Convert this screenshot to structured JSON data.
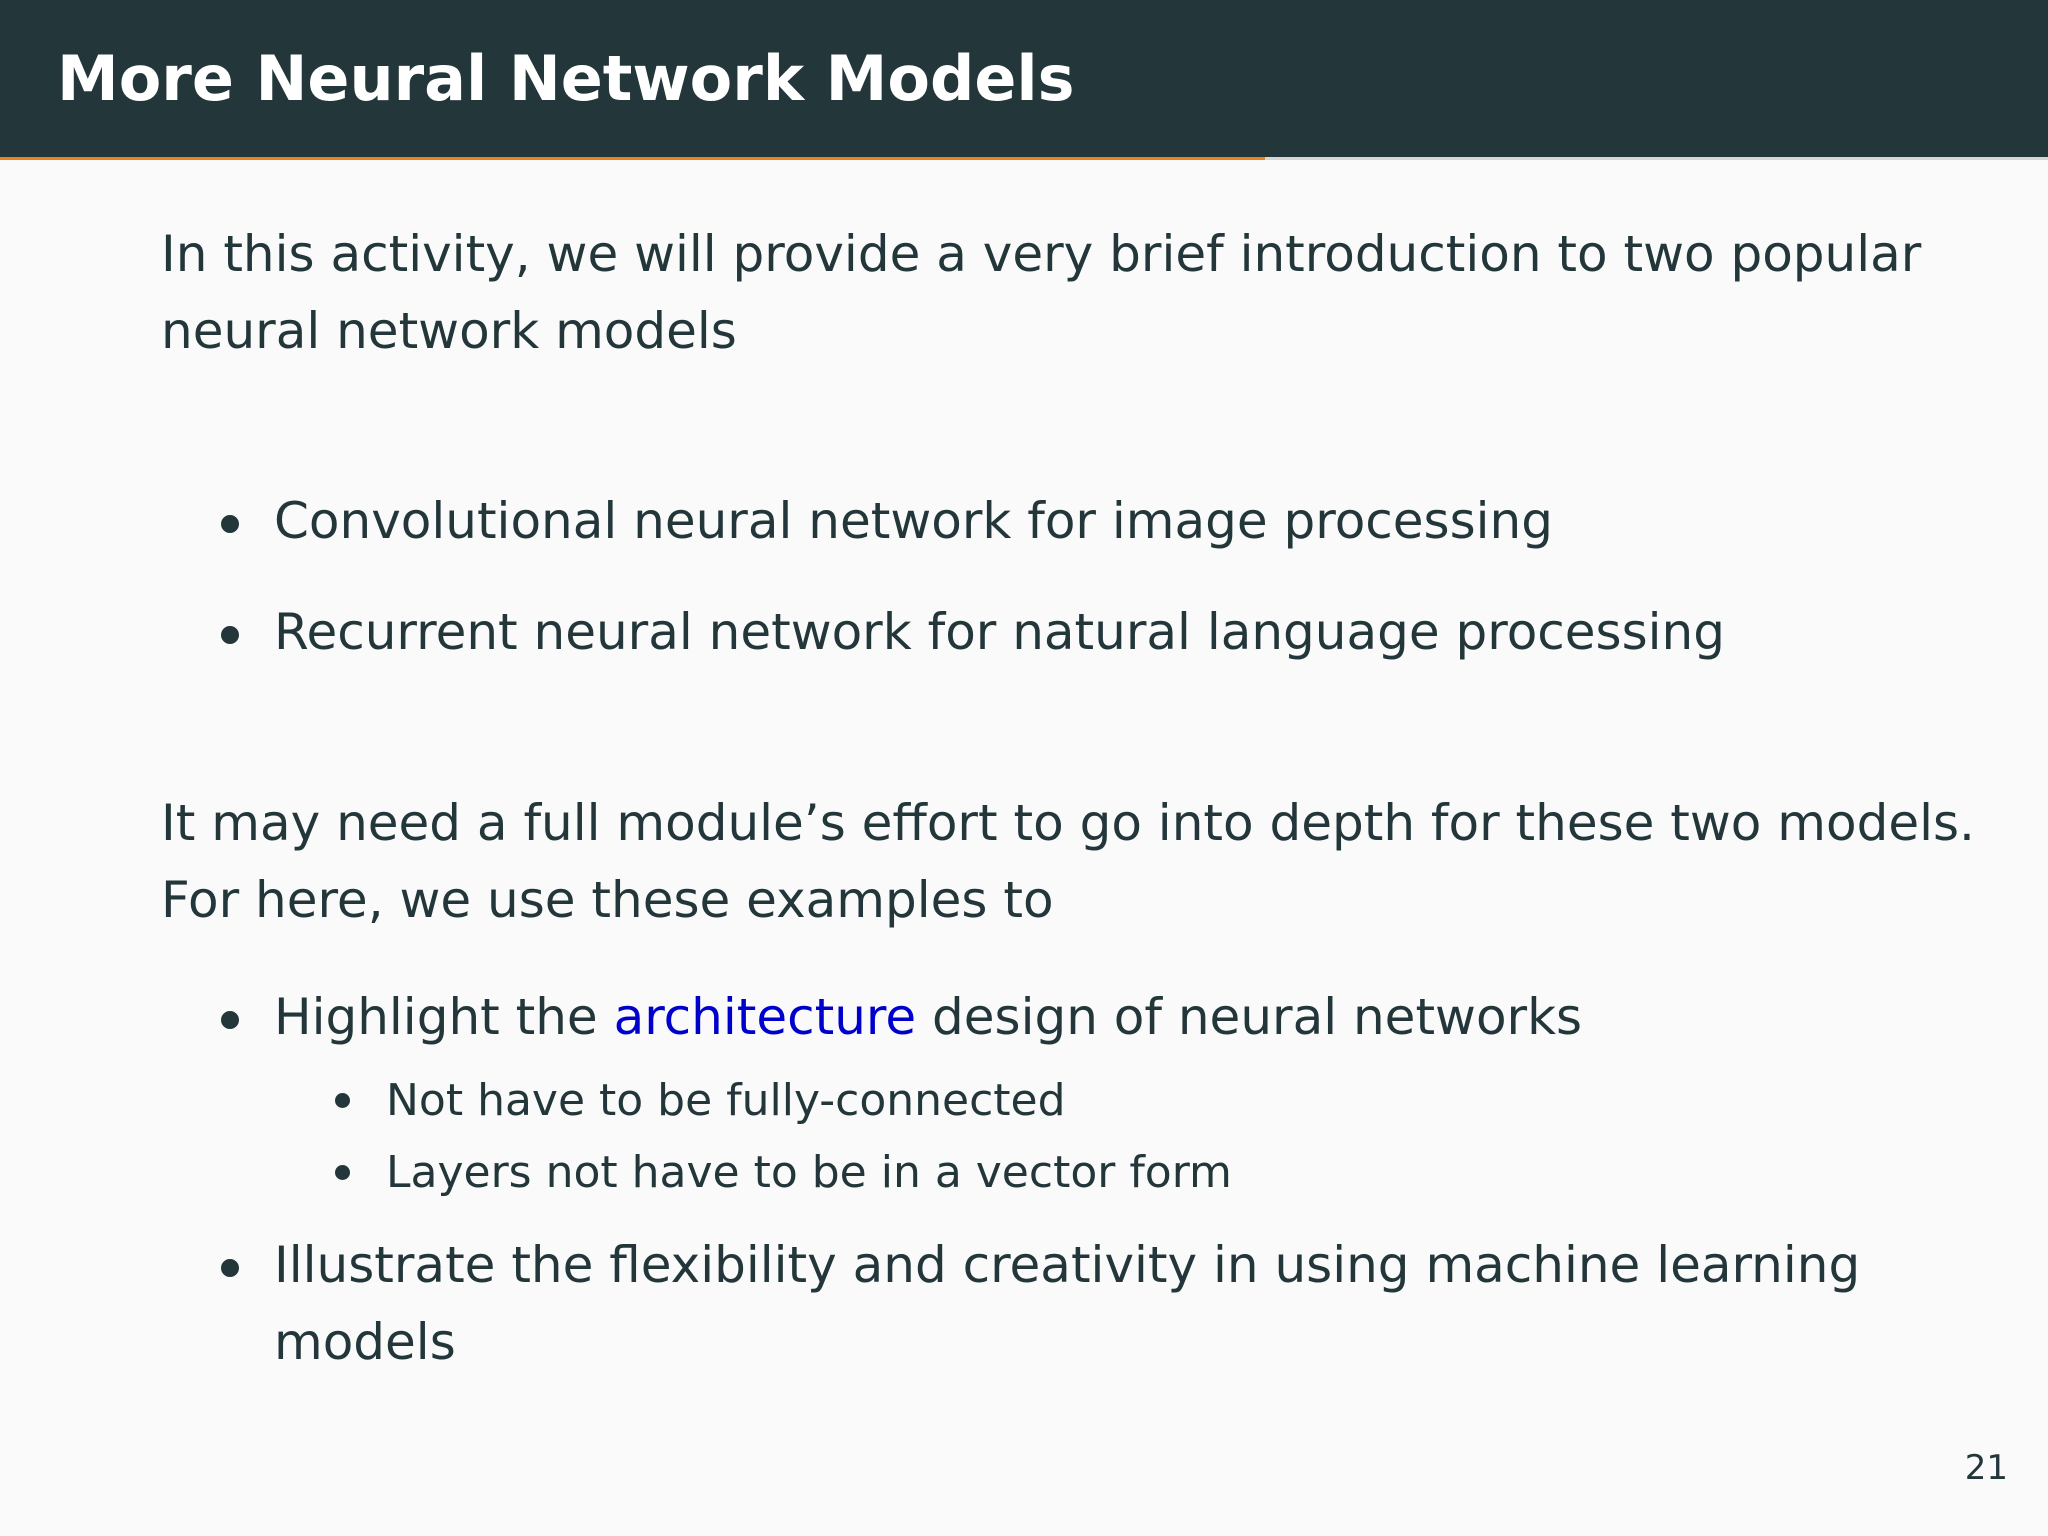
{
  "header": {
    "title": "More Neural Network Models"
  },
  "intro": {
    "line1": "In this activity, we will provide a very brief introduction to two popular",
    "line2": "neural network models"
  },
  "models": [
    {
      "label": "Convolutional neural network for image processing"
    },
    {
      "label": "Recurrent neural network for natural language processing"
    }
  ],
  "effort": {
    "line1": "It may need a full module’s effort to go into depth for these two models.",
    "line2": "For here, we use these examples to"
  },
  "goals": {
    "highlight": {
      "before": "Highlight the ",
      "link": "architecture",
      "after": " design of neural networks"
    },
    "sub": [
      {
        "label": "Not have to be fully-connected"
      },
      {
        "label": "Layers not have to be in a vector form"
      }
    ],
    "illustrate": {
      "line1": "Illustrate the flexibility and creativity in using machine learning",
      "line2": "models"
    }
  },
  "footer": {
    "page_number": "21"
  },
  "colors": {
    "header_bg": "#23373b",
    "accent": "#eb811b",
    "link": "#0000cc",
    "text": "#23373b",
    "background": "#fafafa"
  }
}
